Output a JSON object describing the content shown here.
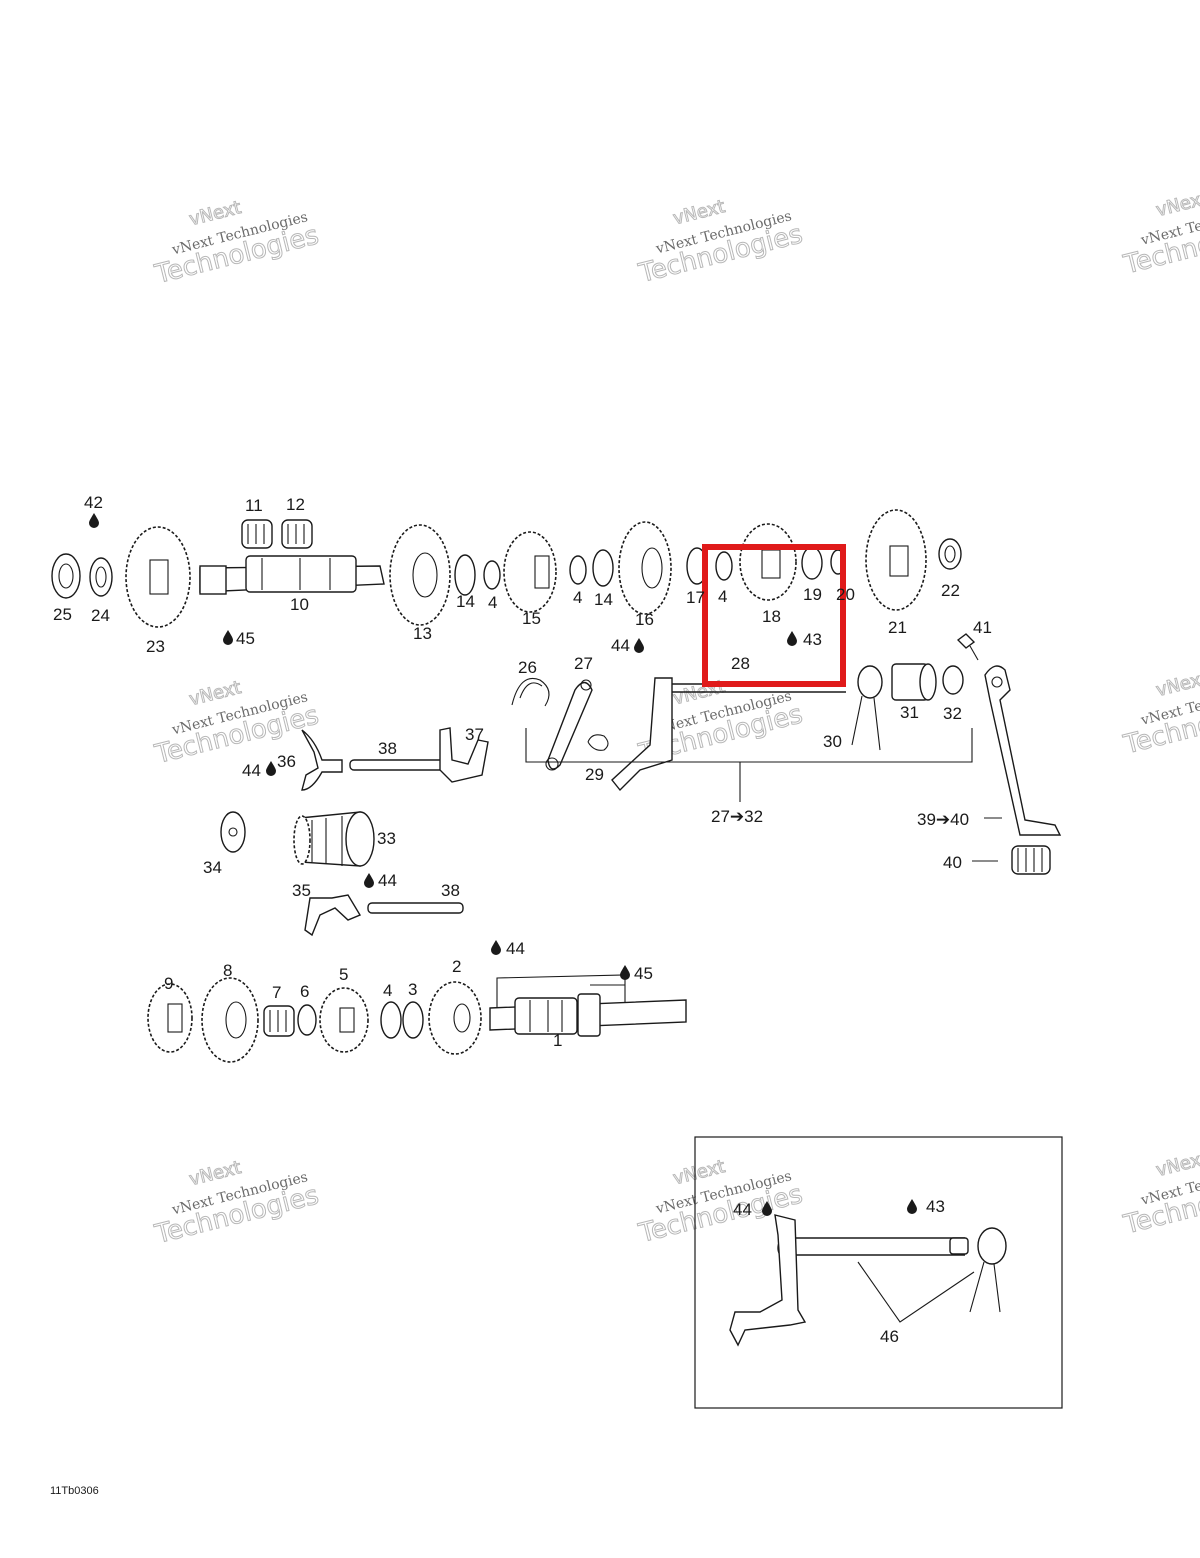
{
  "diagram": {
    "drawing_code": "11Tb0306",
    "watermark": {
      "line1": "vNext Technologies",
      "line2": "Technologies",
      "line3": "vNext"
    },
    "highlight_color": "#e01a1a",
    "line_color": "#1a1a1a",
    "labels": {
      "l42": "42",
      "l11": "11",
      "l12": "12",
      "l25": "25",
      "l24": "24",
      "l23": "23",
      "l10": "10",
      "l45a": "45",
      "l13": "13",
      "l14a": "14",
      "l4a": "4",
      "l15": "15",
      "l4b": "4",
      "l14b": "14",
      "l16": "16",
      "l17": "17",
      "l4c": "4",
      "l18": "18",
      "l19": "19",
      "l20": "20",
      "l21": "21",
      "l22": "22",
      "l41": "41",
      "l44a": "44",
      "l43a": "43",
      "l28": "28",
      "l26": "26",
      "l27": "27",
      "l29": "29",
      "l30": "30",
      "l31": "31",
      "l32": "32",
      "l27_32": "27➔32",
      "l39_40": "39➔40",
      "l40": "40",
      "l36": "36",
      "l38a": "38",
      "l37": "37",
      "l44b": "44",
      "l33": "33",
      "l34": "34",
      "l44c": "44",
      "l35": "35",
      "l38b": "38",
      "l9": "9",
      "l8": "8",
      "l7": "7",
      "l6": "6",
      "l5": "5",
      "l4d": "4",
      "l3": "3",
      "l2": "2",
      "l44d": "44",
      "l45b": "45",
      "l1": "1",
      "l44e": "44",
      "l43b": "43",
      "l46": "46"
    }
  }
}
